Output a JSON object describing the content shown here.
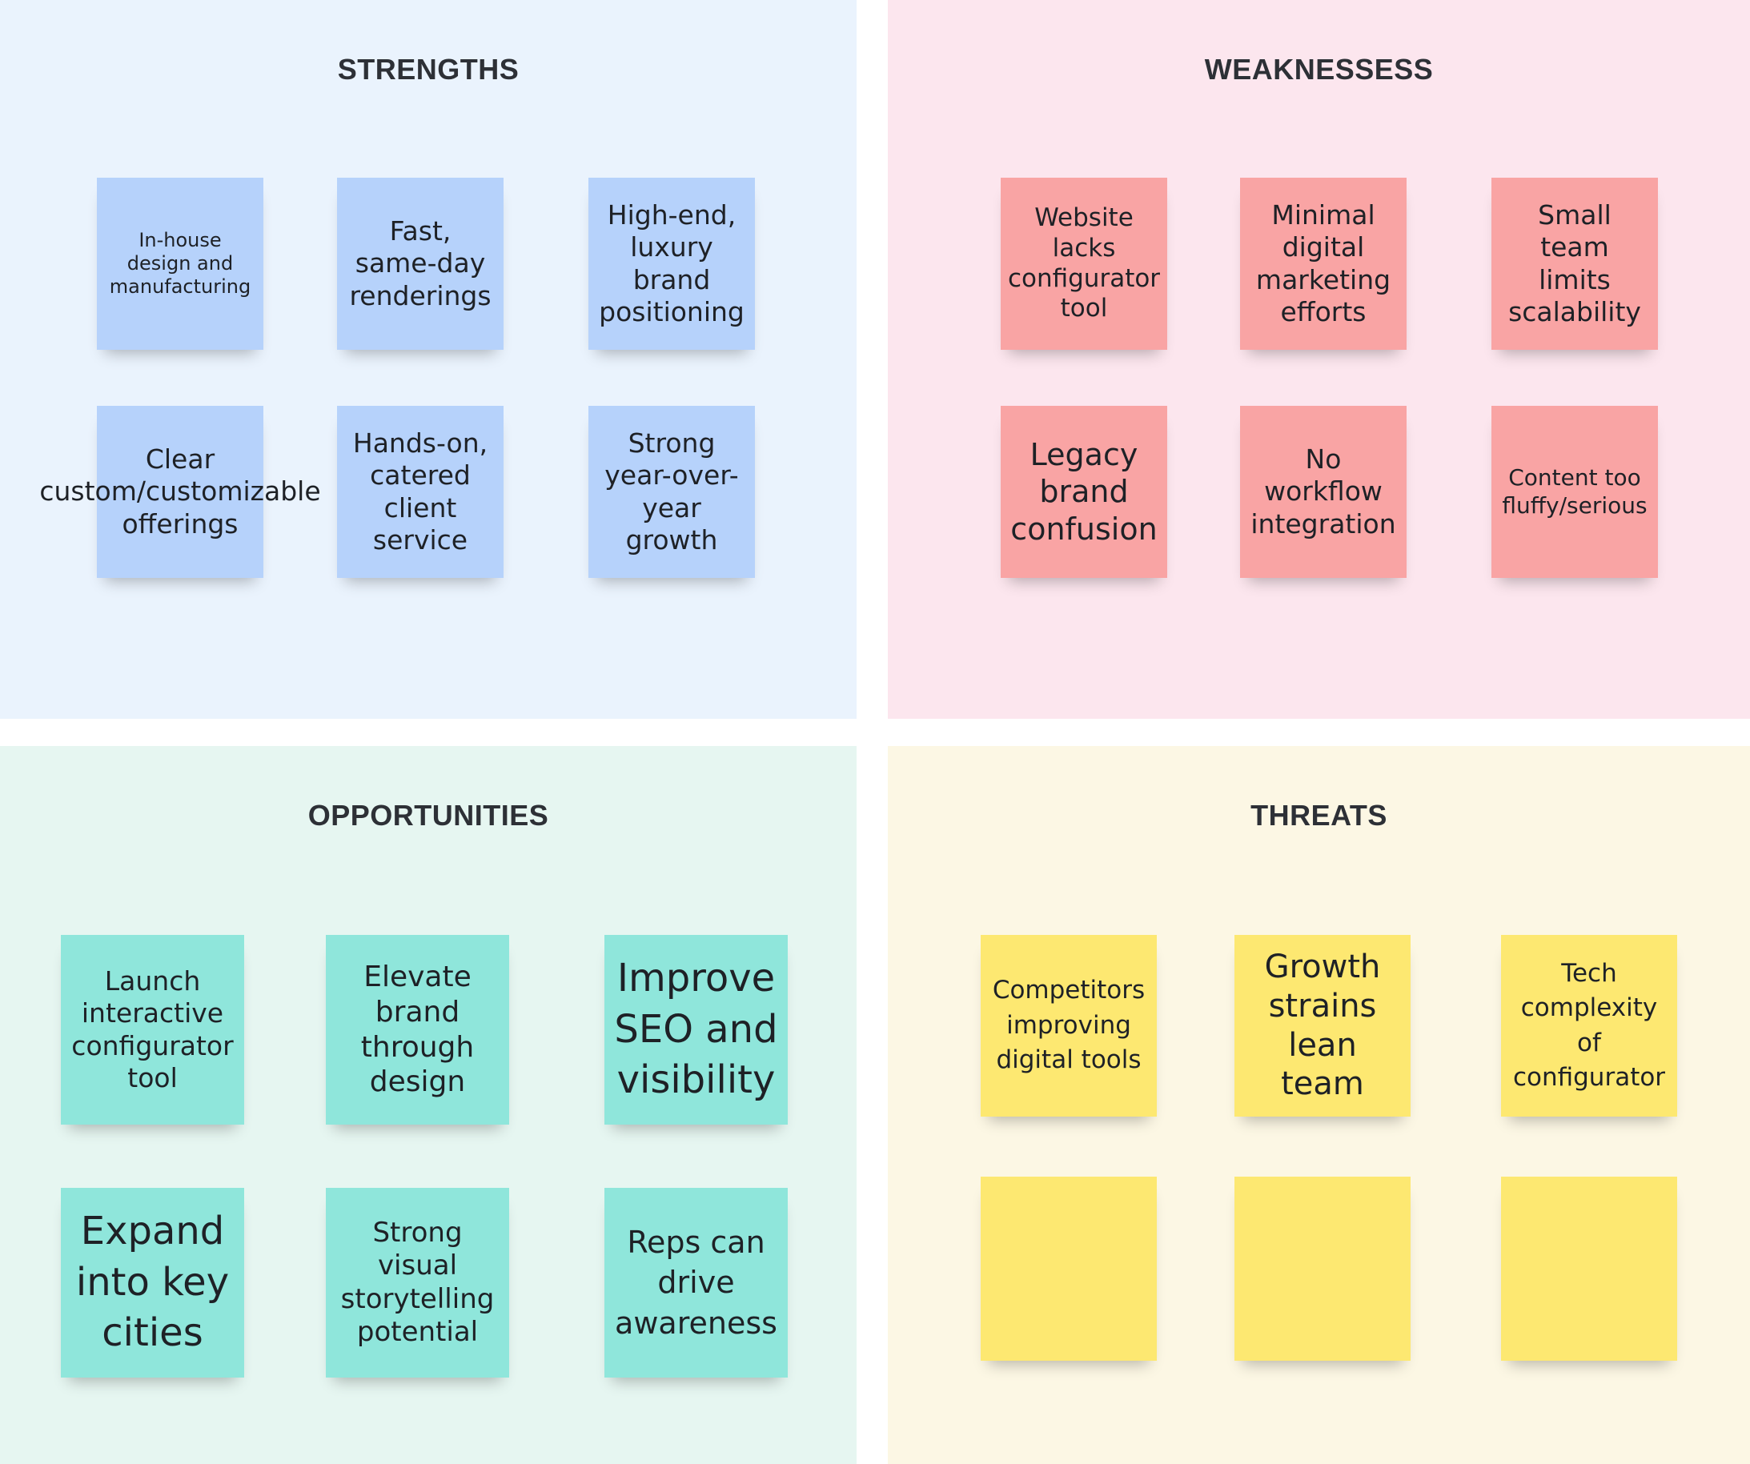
{
  "colors": {
    "strengths_bg": "#eaf3fd",
    "weaknesses_bg": "#fce6ee",
    "opportunities_bg": "#e6f6f1",
    "threats_bg": "#fcf7e4",
    "strengths_note": "#b6d2fb",
    "weaknesses_note": "#f9a4a4",
    "opportunities_note": "#8fe6db",
    "threats_note": "#fde871"
  },
  "strengths": {
    "title": "STRENGTHS",
    "notes": [
      "In-house design and manufacturing",
      "Fast, same-day renderings",
      "High-end, luxury brand positioning",
      "Clear custom/customizable offerings",
      "Hands-on, catered client service",
      "Strong year-over-year growth"
    ]
  },
  "weaknesses": {
    "title": "WEAKNESSESS",
    "notes": [
      "Website lacks configurator tool",
      "Minimal digital marketing efforts",
      "Small team limits scalability",
      "Legacy brand confusion",
      "No workflow integration",
      "Content too fluffy/serious"
    ]
  },
  "opportunities": {
    "title": "OPPORTUNITIES",
    "notes": [
      "Launch interactive configurator tool",
      "Elevate brand through design",
      "Improve SEO and visibility",
      "Expand into key cities",
      "Strong visual storytelling potential",
      "Reps can drive awareness"
    ]
  },
  "threats": {
    "title": "THREATS",
    "notes": [
      "Competitors improving digital tools",
      "Growth strains lean team",
      "Tech complexity of configurator",
      "",
      "",
      ""
    ]
  }
}
